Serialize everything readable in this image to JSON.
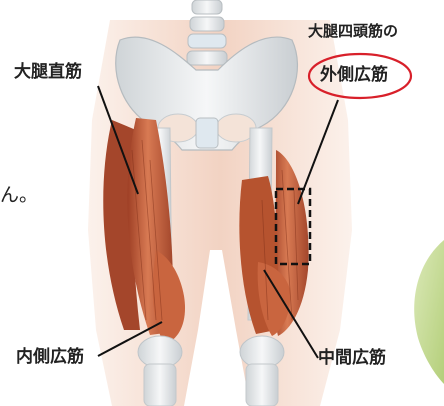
{
  "diagram": {
    "title": "大腿四頭筋の",
    "labels": {
      "rectus_femoris": "大腿直筋",
      "vastus_lateralis": "外側広筋",
      "vastus_medialis": "内側広筋",
      "vastus_intermedius": "中間広筋"
    },
    "text_fragment": "ん。",
    "highlight_color": "#d8202a",
    "muscle_color": "#c8613d",
    "bone_color": "#e9ebec",
    "skin_color": "#f3d6c7"
  }
}
